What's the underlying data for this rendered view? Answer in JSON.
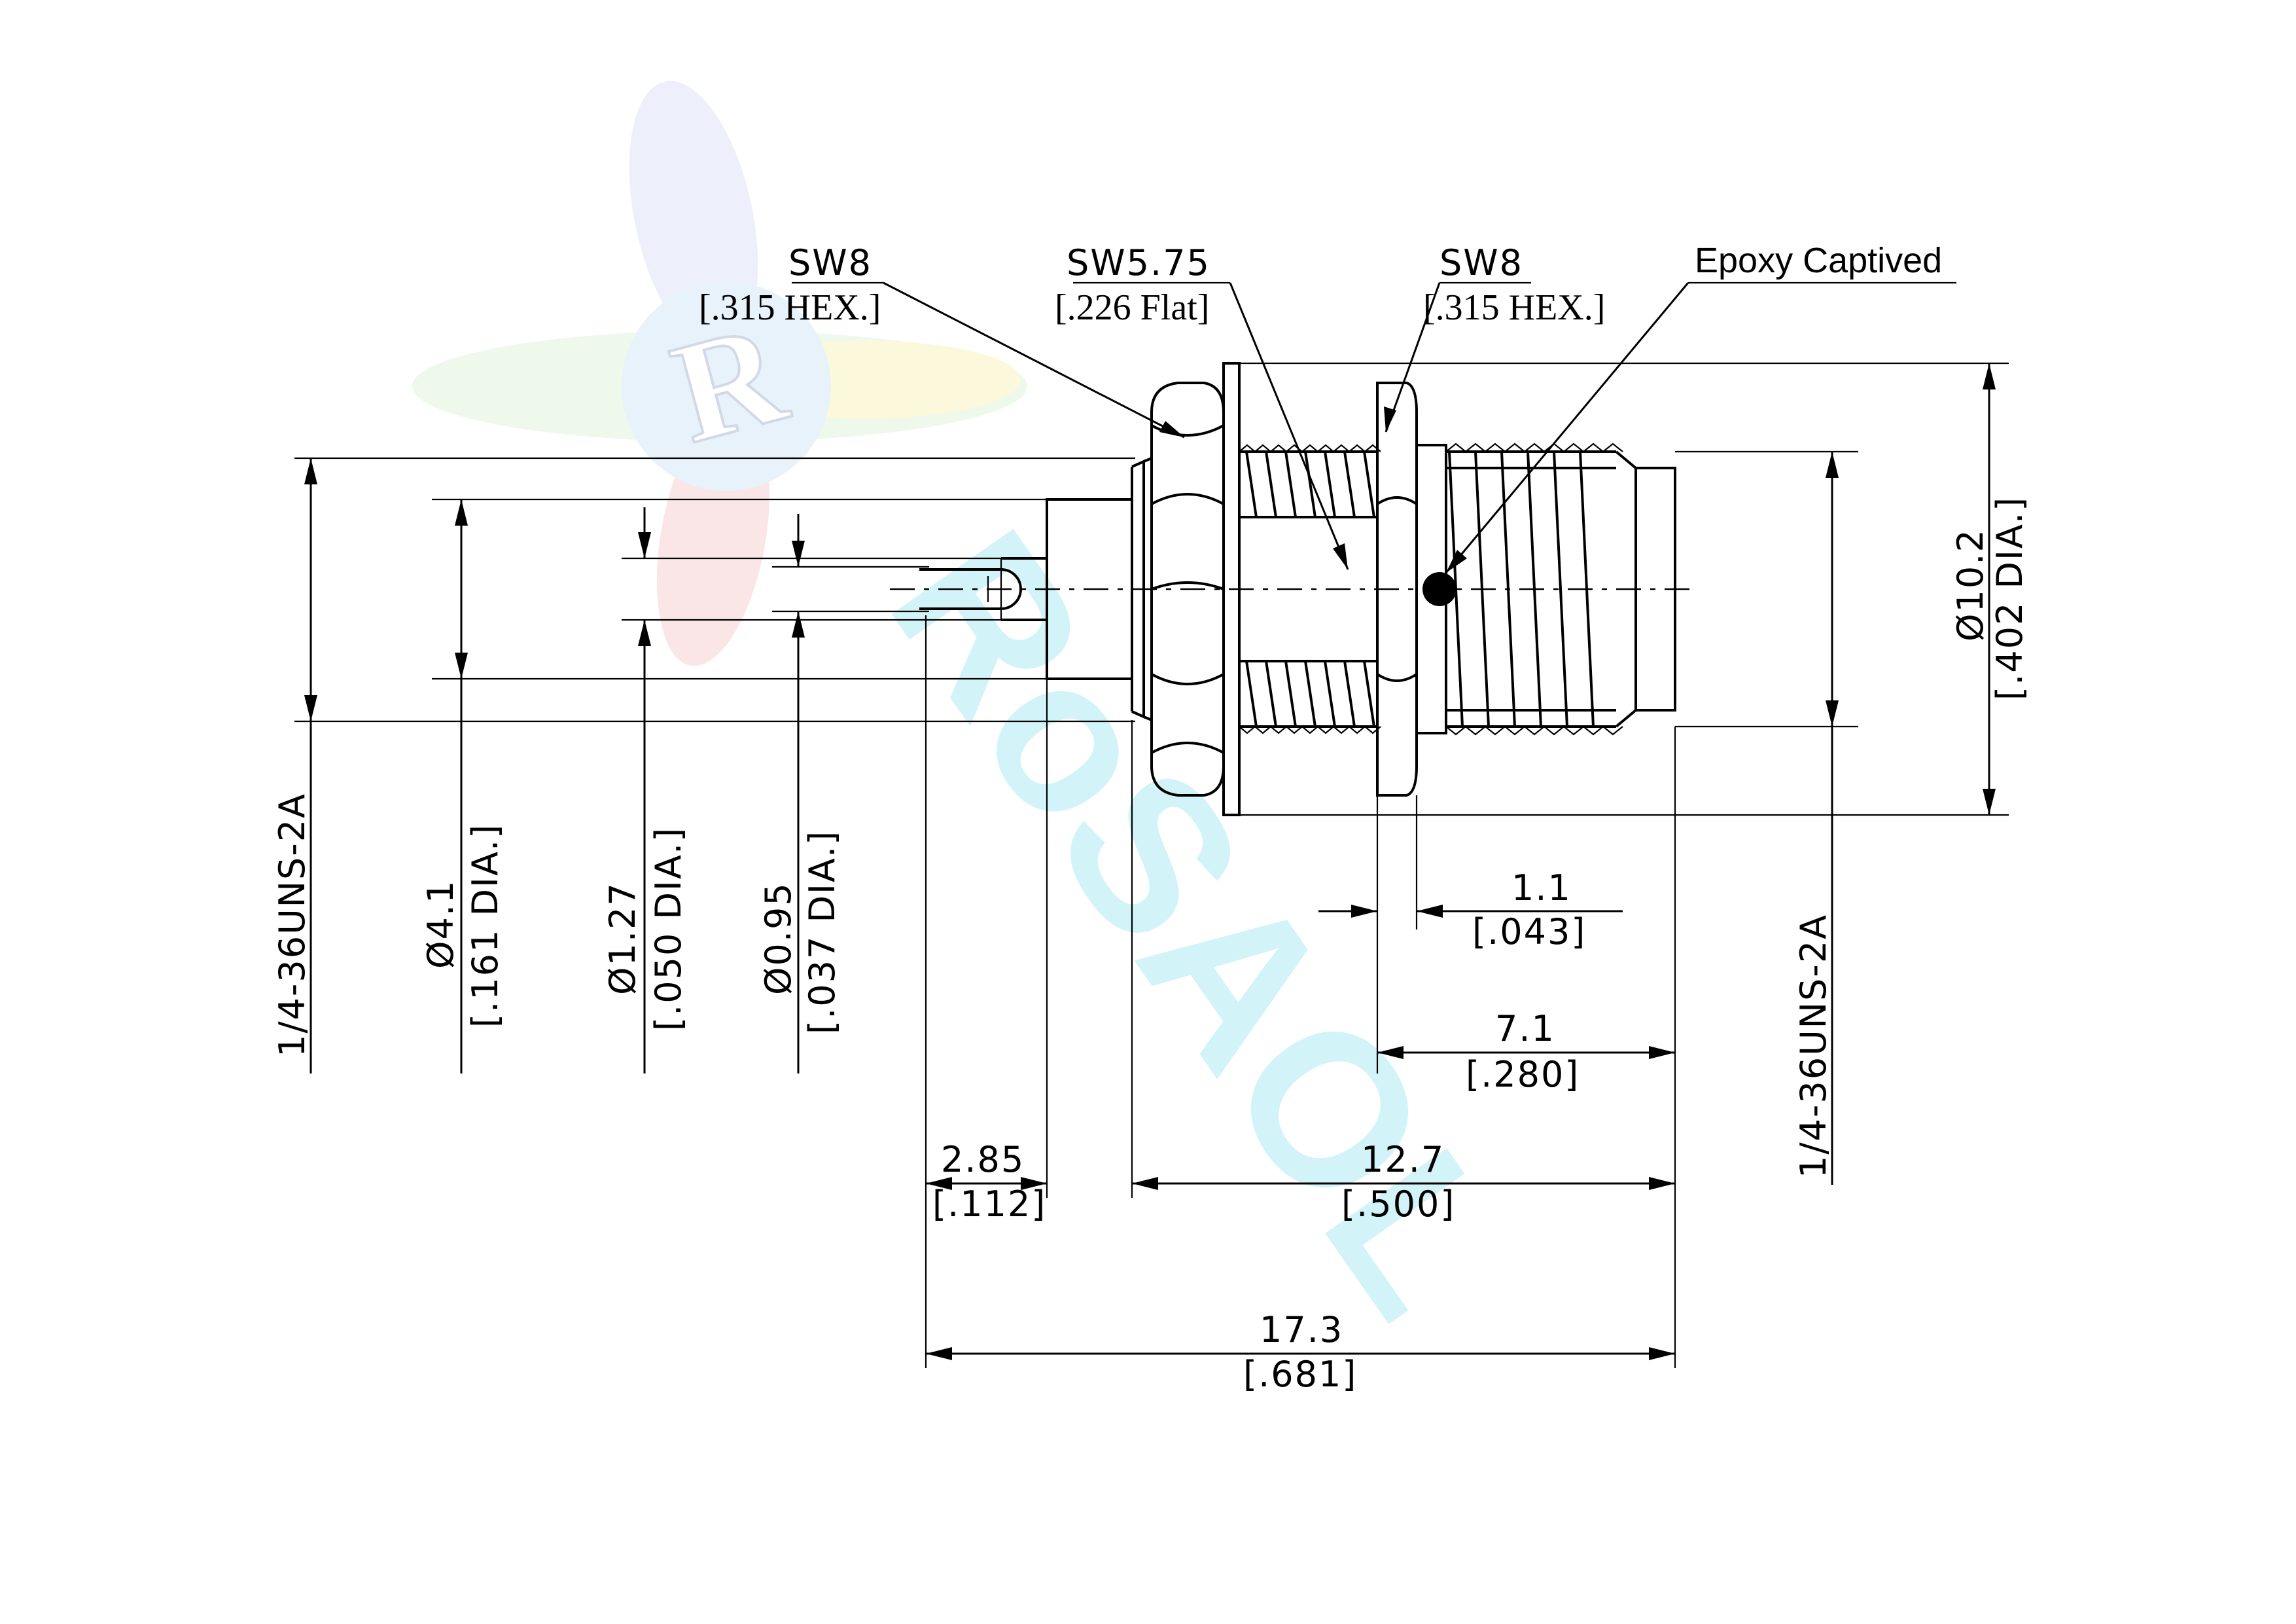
{
  "callouts": {
    "sw8_left": "SW8",
    "sw8_left_in": "[.315 HEX.]",
    "sw575": "SW5.75",
    "sw575_in": "[.226 Flat]",
    "sw8_right": "SW8",
    "sw8_right_in": "[.315 HEX.]",
    "epoxy": "Epoxy Captived"
  },
  "vertical_dims": {
    "thread_left": "1/4-36UNS-2A",
    "dia41": "Ø4.1",
    "dia41_in": "[.161 DIA.]",
    "dia127": "Ø1.27",
    "dia127_in": "[.050 DIA.]",
    "dia095": "Ø0.95",
    "dia095_in": "[.037 DIA.]",
    "dia102": "Ø10.2",
    "dia102_in": "[.402 DIA.]",
    "thread_right": "1/4-36UNS-2A"
  },
  "horizontal_dims": {
    "d11": "1.1",
    "d11_in": "[.043]",
    "d71": "7.1",
    "d71_in": "[.280]",
    "d285": "2.85",
    "d285_in": "[.112]",
    "d127": "12.7",
    "d127_in": "[.500]",
    "d173": "17.3",
    "d173_in": "[.681]"
  },
  "watermark": {
    "text": "RoSAOL",
    "color": "#bff0f6"
  }
}
